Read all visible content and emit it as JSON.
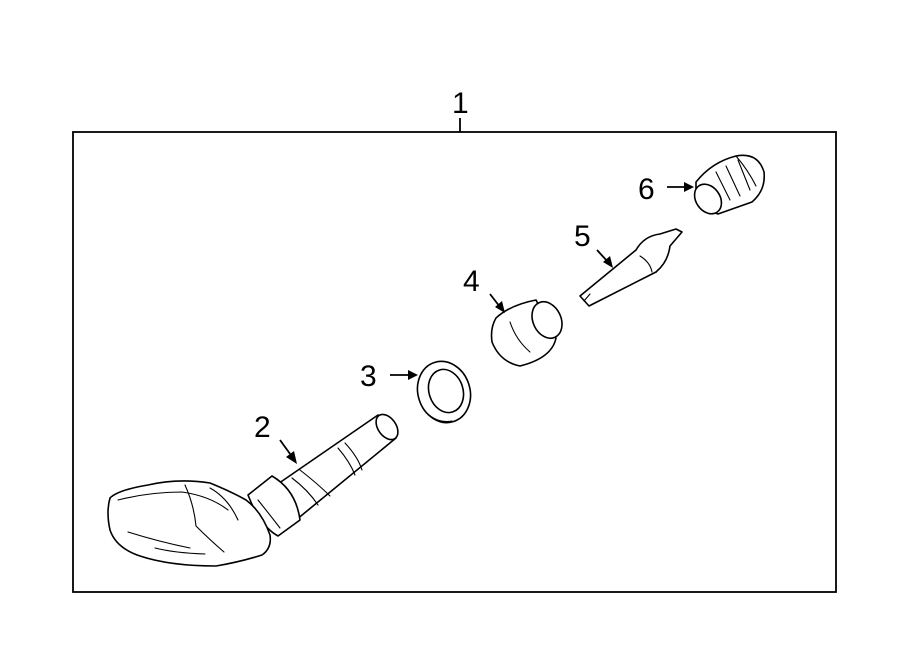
{
  "callouts": {
    "c1": "1",
    "c2": "2",
    "c3": "3",
    "c4": "4",
    "c5": "5",
    "c6": "6"
  },
  "parts": [
    {
      "callout": "1",
      "icon": "assembly-frame"
    },
    {
      "callout": "2",
      "icon": "tpms-sensor-valve-stem"
    },
    {
      "callout": "3",
      "icon": "grommet-washer"
    },
    {
      "callout": "4",
      "icon": "valve-nut"
    },
    {
      "callout": "5",
      "icon": "valve-core"
    },
    {
      "callout": "6",
      "icon": "valve-cap"
    }
  ],
  "colors": {
    "line": "#000000",
    "background": "#ffffff"
  }
}
